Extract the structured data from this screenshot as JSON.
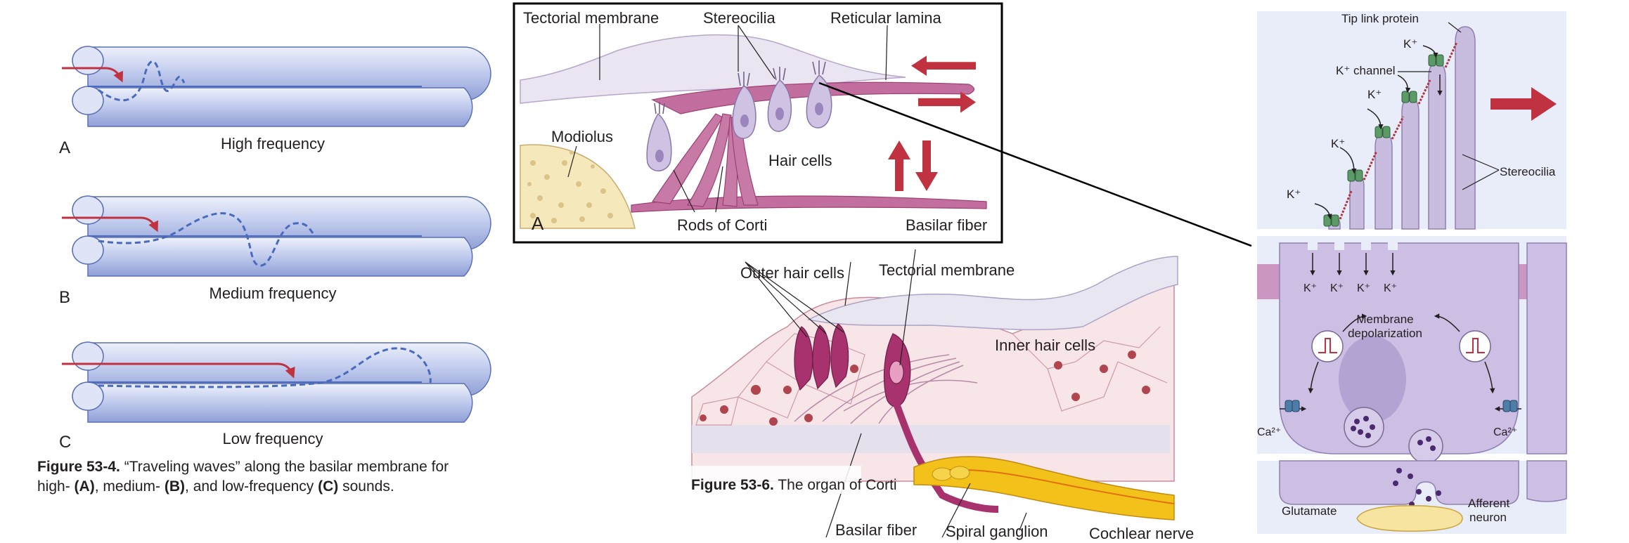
{
  "figure_53_4": {
    "panels": [
      {
        "letter": "A",
        "caption": "High frequency"
      },
      {
        "letter": "B",
        "caption": "Medium frequency"
      },
      {
        "letter": "C",
        "caption": "Low frequency"
      }
    ],
    "caption": {
      "label": "Figure 53-4.",
      "text_1": " “Traveling waves” along the basilar membrane for",
      "text_2": "high- ",
      "a": "(A)",
      "text_3": ", medium- ",
      "b": "(B)",
      "text_4": ", and low-frequency ",
      "c": "(C)",
      "text_5": " sounds."
    }
  },
  "panel_a_inset": {
    "letter": "A",
    "labels": {
      "tectorial_membrane": "Tectorial membrane",
      "stereocilia": "Stereocilia",
      "reticular_lamina": "Reticular lamina",
      "modiolus": "Modiolus",
      "hair_cells": "Hair cells",
      "rods_of_corti": "Rods of Corti",
      "basilar_fiber": "Basilar fiber"
    }
  },
  "figure_53_6": {
    "labels": {
      "outer_hair_cells": "Outer hair cells",
      "tectorial_membrane": "Tectorial membrane",
      "inner_hair_cells": "Inner hair cells",
      "basilar_fiber": "Basilar fiber",
      "spiral_ganglion": "Spiral ganglion",
      "cochlear_nerve": "Cochlear nerve"
    },
    "caption": {
      "label": "Figure 53-6.",
      "text": "  The organ of Corti"
    }
  },
  "hair_cell_detail": {
    "labels": {
      "tip_link_protein": "Tip link protein",
      "k_channel": "K⁺ channel",
      "k_ion": "K⁺",
      "stereocilia": "Stereocilia",
      "membrane_depolarization_1": "Membrane",
      "membrane_depolarization_2": "depolarization",
      "ca_ion": "Ca²⁺",
      "glutamate": "Glutamate",
      "afferent_neuron_1": "Afferent",
      "afferent_neuron_2": "neuron"
    }
  },
  "colors": {
    "tube": "#aab8e4",
    "wave": "#4a6bbd",
    "arrow_red": "#c0323f",
    "corti_pink": "#b9588f",
    "cell_lavender": "#c8b9dd",
    "bone": "#f2e3b0",
    "panel_bg": "#e7ecf8",
    "channel_green": "#5c9a68",
    "nerve_yellow": "#f1c21b"
  }
}
